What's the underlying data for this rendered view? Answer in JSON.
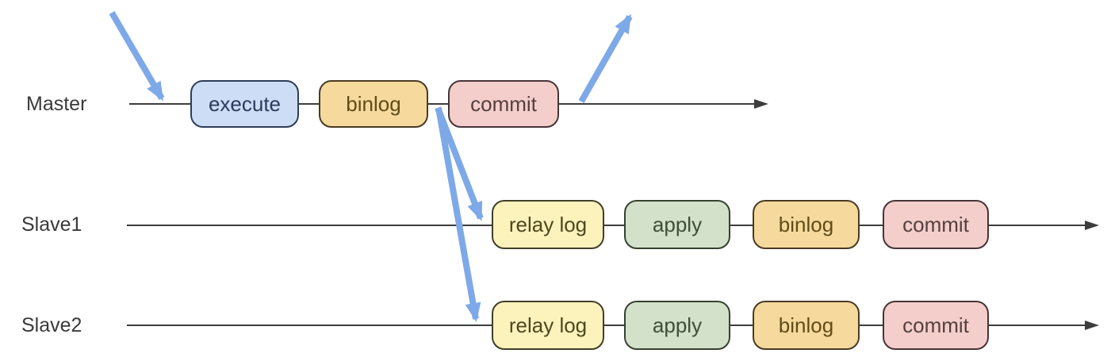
{
  "diagram": {
    "rows": [
      {
        "label": "Master",
        "boxes": [
          {
            "label": "execute",
            "color_key": "blue"
          },
          {
            "label": "binlog",
            "color_key": "orange"
          },
          {
            "label": "commit",
            "color_key": "pink"
          }
        ]
      },
      {
        "label": "Slave1",
        "boxes": [
          {
            "label": "relay log",
            "color_key": "yellow"
          },
          {
            "label": "apply",
            "color_key": "green"
          },
          {
            "label": "binlog",
            "color_key": "orange"
          },
          {
            "label": "commit",
            "color_key": "pink"
          }
        ]
      },
      {
        "label": "Slave2",
        "boxes": [
          {
            "label": "relay log",
            "color_key": "yellow"
          },
          {
            "label": "apply",
            "color_key": "green"
          },
          {
            "label": "binlog",
            "color_key": "orange"
          },
          {
            "label": "commit",
            "color_key": "pink"
          }
        ]
      }
    ],
    "arrows": [
      {
        "type": "highlight",
        "from": "external",
        "to": "Master timeline start"
      },
      {
        "type": "highlight",
        "from": "Master binlog",
        "to": "Slave1 relay log"
      },
      {
        "type": "highlight",
        "from": "Master binlog",
        "to": "Slave2 relay log"
      },
      {
        "type": "highlight",
        "from": "Master after commit",
        "to": "external"
      }
    ],
    "colors": {
      "canvas_background": "#ffffff",
      "timeline": "#3d3d3d",
      "highlight_arrow": "#7ea9e8",
      "execute_fill": "#cdddf5",
      "binlog_fill": "#f6d99d",
      "commit_fill": "#f3cecb",
      "relay_log_fill": "#fbf2bc",
      "apply_fill": "#d3e1cb"
    }
  }
}
